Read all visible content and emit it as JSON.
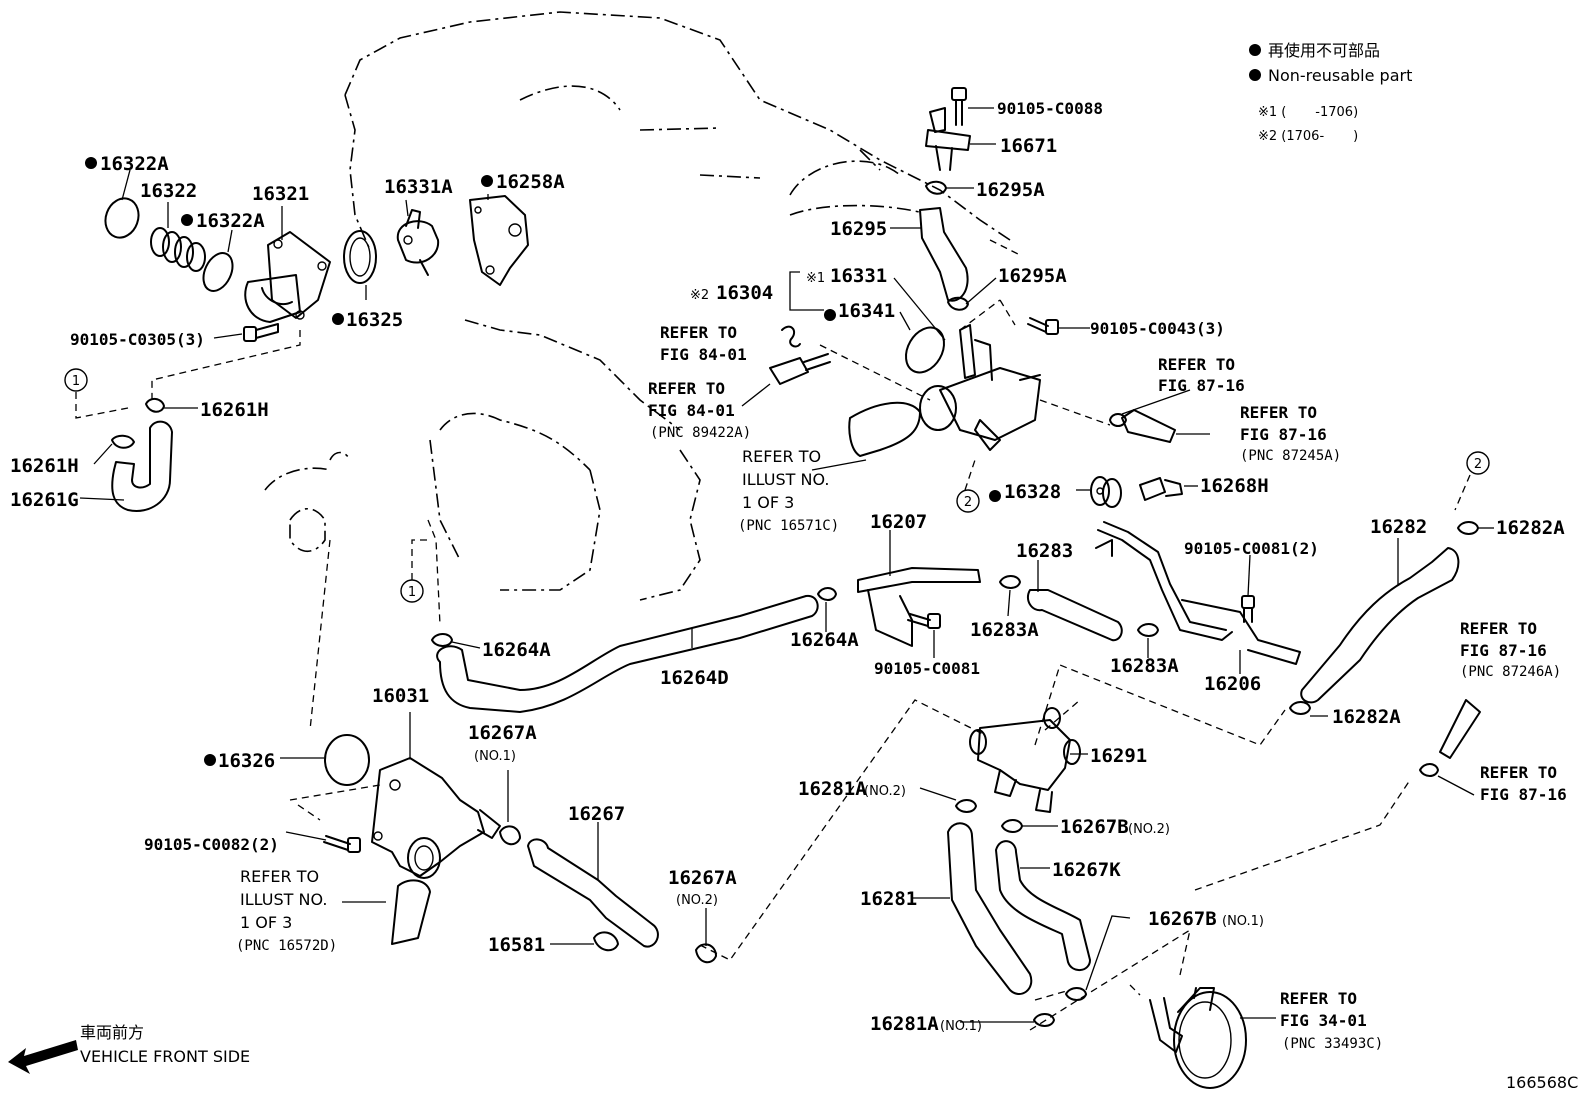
{
  "legend": {
    "non_reusable_jp": "再使用不可部品",
    "non_reusable_en": "Non-reusable part",
    "note1": "※1 (       -1706)",
    "note2": "※2 (1706-       )"
  },
  "direction": {
    "jp": "車両前方",
    "en": "VEHICLE FRONT SIDE"
  },
  "illustration_id": "166568C",
  "callouts": [
    "1",
    "2"
  ],
  "parts": {
    "p16322A_a": "16322A",
    "p16322": "16322",
    "p16322A_b": "16322A",
    "p16321": "16321",
    "p16331A": "16331A",
    "p16258A": "16258A",
    "p16325": "16325",
    "p90105_C0305": "90105-C0305(3)",
    "p16261H_a": "16261H",
    "p16261H_b": "16261H",
    "p16261G": "16261G",
    "p90105_C0088": "90105-C0088",
    "p16671": "16671",
    "p16295A_a": "16295A",
    "p16295": "16295",
    "p16295A_b": "16295A",
    "p16331": "16331",
    "p16304": "16304",
    "p16341": "16341",
    "p90105_C0043": "90105-C0043(3)",
    "p16328": "16328",
    "p16268H": "16268H",
    "p16207": "16207",
    "p16283": "16283",
    "p90105_C0081_2": "90105-C0081(2)",
    "p16282": "16282",
    "p16282A_a": "16282A",
    "p16264A_a": "16264A",
    "p16264A_b": "16264A",
    "p16264D": "16264D",
    "p90105_C0081": "90105-C0081",
    "p16283A_a": "16283A",
    "p16283A_b": "16283A",
    "p16206": "16206",
    "p16282A_b": "16282A",
    "p16031": "16031",
    "p16326": "16326",
    "p16267A_1": "16267A",
    "p16267A_1_no": "(NO.1)",
    "p16291": "16291",
    "p16281A_2": "16281A",
    "p16281A_2_no": "(NO.2)",
    "p16267B_2": "16267B",
    "p16267B_2_no": "(NO.2)",
    "p90105_C0082": "90105-C0082(2)",
    "p16267": "16267",
    "p16267K": "16267K",
    "p16281": "16281",
    "p16267A_2": "16267A",
    "p16267A_2_no": "(NO.2)",
    "p16267B_1": "16267B",
    "p16267B_1_no": "(NO.1)",
    "p16581": "16581",
    "p16281A_1": "16281A",
    "p16281A_1_no": "(NO.1)",
    "note_x1": "※1",
    "note_x2": "※2"
  },
  "refs": {
    "r1": [
      "REFER TO",
      "FIG 84-01"
    ],
    "r2": [
      "REFER TO",
      "FIG 84-01",
      "(PNC 89422A)"
    ],
    "r3": [
      "REFER TO",
      "ILLUST NO.",
      "1 OF 3",
      "(PNC 16571C)"
    ],
    "r4": [
      "REFER TO",
      "FIG 87-16"
    ],
    "r5": [
      "REFER TO",
      "FIG 87-16",
      "(PNC 87245A)"
    ],
    "r6": [
      "REFER TO",
      "FIG 87-16",
      "(PNC 87246A)"
    ],
    "r7": [
      "REFER TO",
      "FIG 87-16"
    ],
    "r8": [
      "REFER TO",
      "ILLUST NO.",
      "1 OF 3",
      "(PNC 16572D)"
    ],
    "r9": [
      "REFER TO",
      "FIG 34-01",
      "(PNC 33493C)"
    ]
  }
}
